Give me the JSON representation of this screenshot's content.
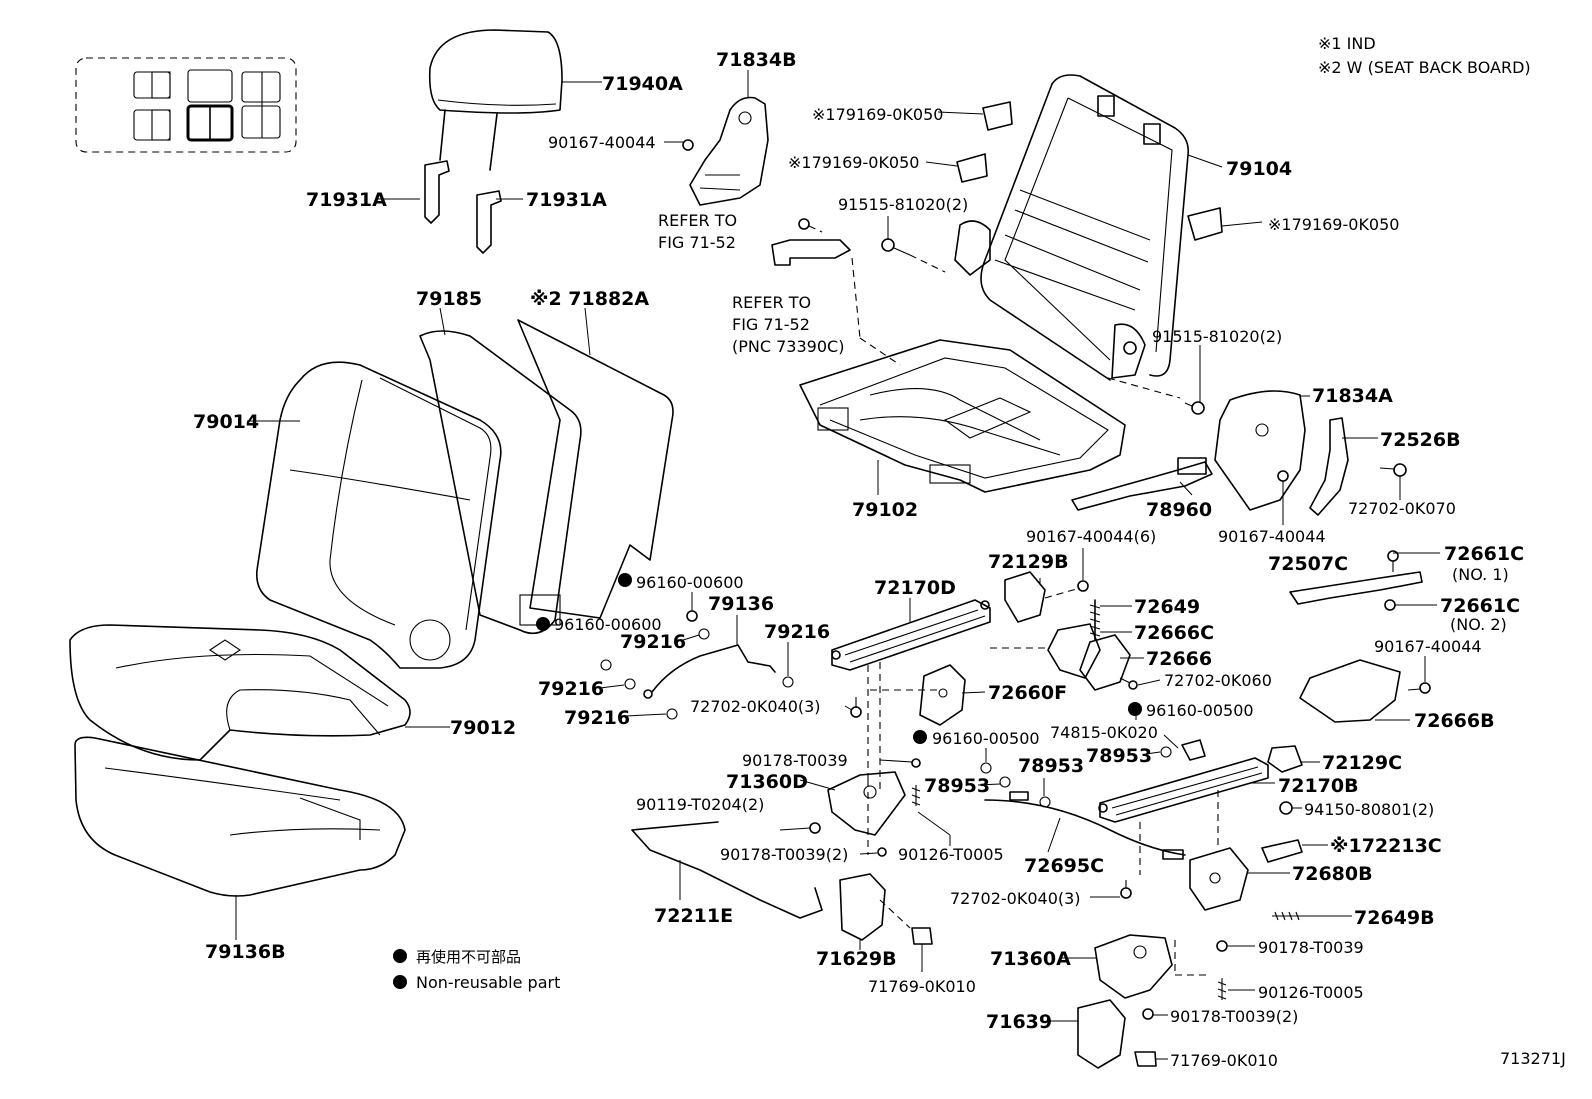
{
  "notes": {
    "note1": "※1 IND",
    "note2": "※2 W (SEAT BACK BOARD)"
  },
  "legend": {
    "japanese": "再使用不可部品",
    "english": "Non-reusable part"
  },
  "figure_code": "713271J",
  "labels": [
    {
      "id": "headrest",
      "text": "71940A"
    },
    {
      "id": "headrest-support-left",
      "text": "71931A"
    },
    {
      "id": "headrest-support-right",
      "text": "71931A"
    },
    {
      "id": "seatback-cover",
      "text": "79014"
    },
    {
      "id": "seatback-pad",
      "text": "79185"
    },
    {
      "id": "seatback-board",
      "text": "※2 71882A"
    },
    {
      "id": "seat-cushion-cover",
      "text": "79012"
    },
    {
      "id": "seat-cushion-pad",
      "text": "79136B"
    },
    {
      "id": "hinge-cover-upper",
      "text": "71834B"
    },
    {
      "id": "screw-a",
      "text": "90167-40044"
    },
    {
      "id": "refer-1",
      "text": "REFER TO"
    },
    {
      "id": "refer-1b",
      "text": "FIG 71-52"
    },
    {
      "id": "refer-2",
      "text": "REFER TO"
    },
    {
      "id": "refer-2b",
      "text": "FIG 71-52"
    },
    {
      "id": "refer-2c",
      "text": "(PNC 73390C)"
    },
    {
      "id": "clip-a",
      "text": "※179169-0K050"
    },
    {
      "id": "clip-b",
      "text": "※179169-0K050"
    },
    {
      "id": "clip-c",
      "text": "※179169-0K050"
    },
    {
      "id": "seatback-frame",
      "text": "79104"
    },
    {
      "id": "bolt-a",
      "text": "91515-81020(2)"
    },
    {
      "id": "bolt-b",
      "text": "91515-81020(2)"
    },
    {
      "id": "cushion-frame",
      "text": "79102"
    },
    {
      "id": "belt",
      "text": "78960"
    },
    {
      "id": "hinge-cover-lower",
      "text": "71834A"
    },
    {
      "id": "screw-b",
      "text": "90167-40044"
    },
    {
      "id": "trim-b",
      "text": "72526B"
    },
    {
      "id": "screw-c",
      "text": "72702-0K070"
    },
    {
      "id": "screw-d",
      "text": "90167-40044(6)"
    },
    {
      "id": "cover-72129b",
      "text": "72129B"
    },
    {
      "id": "spring-72649",
      "text": "72649"
    },
    {
      "id": "cover-72666c",
      "text": "72666C"
    },
    {
      "id": "cover-72666",
      "text": "72666"
    },
    {
      "id": "screw-e",
      "text": "72702-0K060"
    },
    {
      "id": "adjuster-d",
      "text": "72170D"
    },
    {
      "id": "lock-72660f",
      "text": "72660F"
    },
    {
      "id": "nut-96160-a",
      "text": "96160-00600"
    },
    {
      "id": "nut-96160-b",
      "text": "96160-00600"
    },
    {
      "id": "wire-79136",
      "text": "79136"
    },
    {
      "id": "washer-a",
      "text": "79216"
    },
    {
      "id": "washer-b",
      "text": "79216"
    },
    {
      "id": "washer-c",
      "text": "79216"
    },
    {
      "id": "washer-d",
      "text": "79216"
    },
    {
      "id": "screw-f",
      "text": "72702-0K040(3)"
    },
    {
      "id": "lever-c",
      "text": "72507C"
    },
    {
      "id": "clip-72661c-1",
      "text": "72661C"
    },
    {
      "id": "no1",
      "text": "(NO. 1)"
    },
    {
      "id": "clip-72661c-2",
      "text": "72661C"
    },
    {
      "id": "no2",
      "text": "(NO. 2)"
    },
    {
      "id": "screw-g",
      "text": "90167-40044"
    },
    {
      "id": "cover-72666b",
      "text": "72666B"
    },
    {
      "id": "nut-96160-c",
      "text": "96160-00500"
    },
    {
      "id": "nut-96160-d",
      "text": "96160-00500"
    },
    {
      "id": "bolt-74815",
      "text": "74815-0K020"
    },
    {
      "id": "nut-90178-a",
      "text": "90178-T0039"
    },
    {
      "id": "hinge-71360d",
      "text": "71360D"
    },
    {
      "id": "washer-78953-a",
      "text": "78953"
    },
    {
      "id": "washer-78953-b",
      "text": "78953"
    },
    {
      "id": "washer-78953-c",
      "text": "78953"
    },
    {
      "id": "cover-72129c",
      "text": "72129C"
    },
    {
      "id": "adjuster-b",
      "text": "72170B"
    },
    {
      "id": "nut-94150",
      "text": "94150-80801(2)"
    },
    {
      "id": "bolt-90119",
      "text": "90119-T0204(2)"
    },
    {
      "id": "nut-90178-b",
      "text": "90178-T0039(2)"
    },
    {
      "id": "pin-90126-a",
      "text": "90126-T0005"
    },
    {
      "id": "cable-72695c",
      "text": "72695C"
    },
    {
      "id": "handle-72213c",
      "text": "※172213C"
    },
    {
      "id": "lock-72680b",
      "text": "72680B"
    },
    {
      "id": "rod-72211e",
      "text": "72211E"
    },
    {
      "id": "screw-h",
      "text": "72702-0K040(3)"
    },
    {
      "id": "spring-72649b",
      "text": "72649B"
    },
    {
      "id": "cover-71629b",
      "text": "71629B"
    },
    {
      "id": "clip-71769-a",
      "text": "71769-0K010"
    },
    {
      "id": "hinge-71360a",
      "text": "71360A"
    },
    {
      "id": "nut-90178-c",
      "text": "90178-T0039"
    },
    {
      "id": "pin-90126-b",
      "text": "90126-T0005"
    },
    {
      "id": "cover-71639",
      "text": "71639"
    },
    {
      "id": "nut-90178-d",
      "text": "90178-T0039(2)"
    },
    {
      "id": "clip-71769-b",
      "text": "71769-0K010"
    }
  ]
}
